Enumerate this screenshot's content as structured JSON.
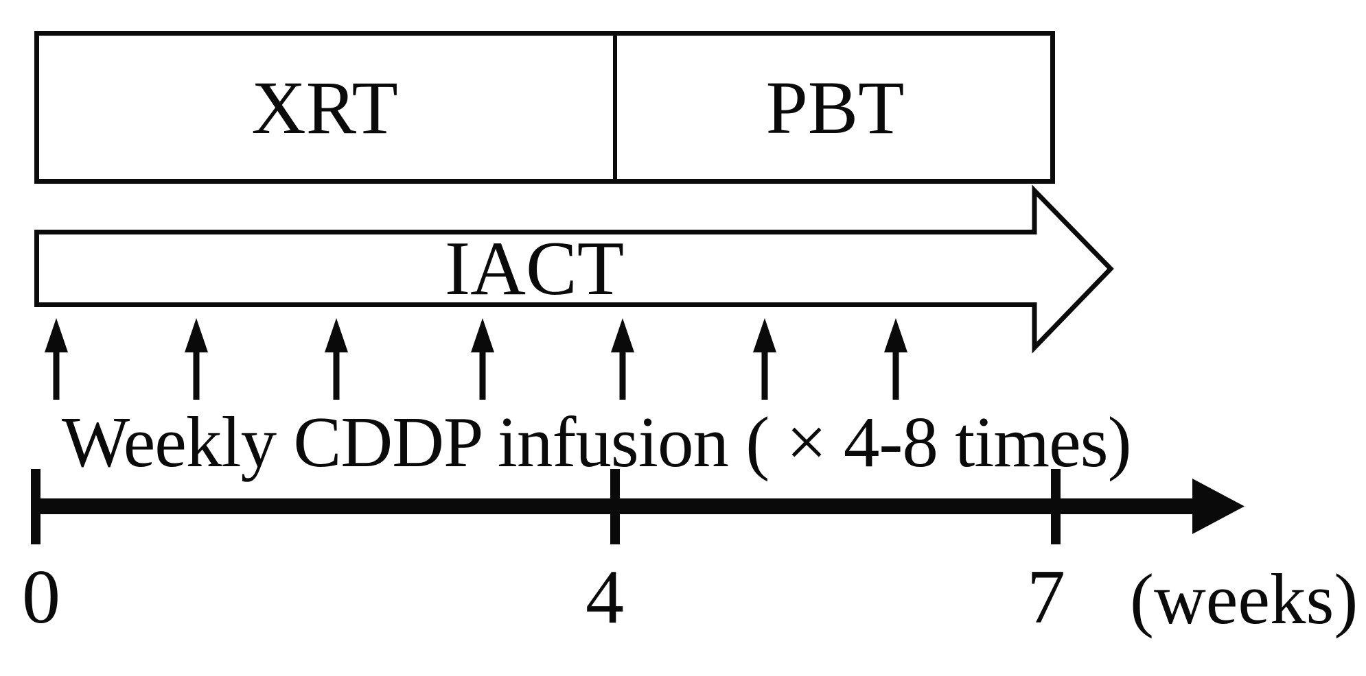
{
  "figure": {
    "phase_box": {
      "xrt_label": "XRT",
      "pbt_label": "PBT"
    },
    "iact_arrow": {
      "label": "IACT"
    },
    "infusion": {
      "caption": "Weekly CDDP infusion ( × 4-8 times)",
      "arrow_count": 7
    },
    "timeline": {
      "tick_labels": [
        "0",
        "4",
        "7"
      ],
      "unit_label": "(weeks)"
    }
  },
  "colors": {
    "ink": "#0a0a0a",
    "background": "#ffffff"
  }
}
